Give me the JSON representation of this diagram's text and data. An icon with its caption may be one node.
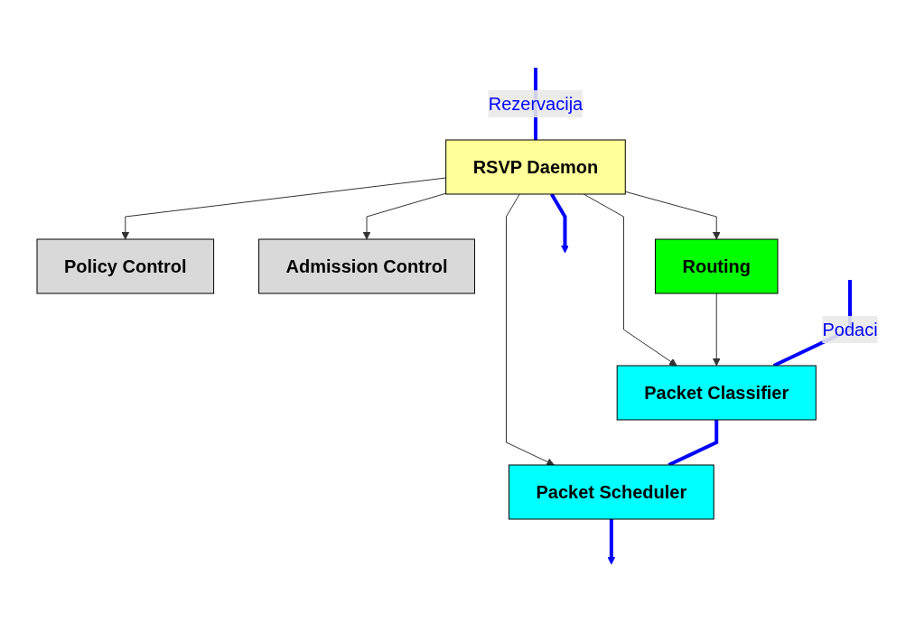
{
  "diagram": {
    "nodes": [
      {
        "text": [
          "Policy Control"
        ]
      },
      {
        "text": [
          "Admission Control"
        ]
      },
      {
        "text": [
          "RSVP Daemon"
        ]
      },
      {
        "text": [
          "Routing"
        ]
      },
      {
        "text": [
          "Packet Classifier"
        ]
      },
      {
        "text": [
          "Packet Scheduler"
        ]
      }
    ],
    "edges": [
      {
        "from": 2,
        "to": 0,
        "arrow": "to"
      },
      {
        "from": 2,
        "to": 1,
        "arrow": "to"
      },
      {
        "from": null,
        "to": 2,
        "arrow": "none",
        "label": "Rezervacija",
        "style": "thick",
        "color": "#0000ff"
      },
      {
        "from": 2,
        "to": null,
        "arrow": "to",
        "style": "thick",
        "color": "#0000ff"
      },
      {
        "from": 2,
        "to": 3,
        "arrow": "to"
      },
      {
        "from": 2,
        "to": 4,
        "arrow": "to"
      },
      {
        "from": 2,
        "to": 5,
        "arrow": "to"
      },
      {
        "from": 3,
        "to": 4,
        "arrow": "to"
      },
      {
        "from": null,
        "to": 4,
        "arrow": "none",
        "label": "Podaci",
        "style": "thick",
        "color": "#0000ff"
      },
      {
        "from": 4,
        "to": 5,
        "arrow": "none",
        "style": "thick",
        "color": "#0000ff"
      },
      {
        "from": 5,
        "to": null,
        "arrow": "to",
        "style": "thick",
        "color": "#0000ff"
      }
    ]
  }
}
